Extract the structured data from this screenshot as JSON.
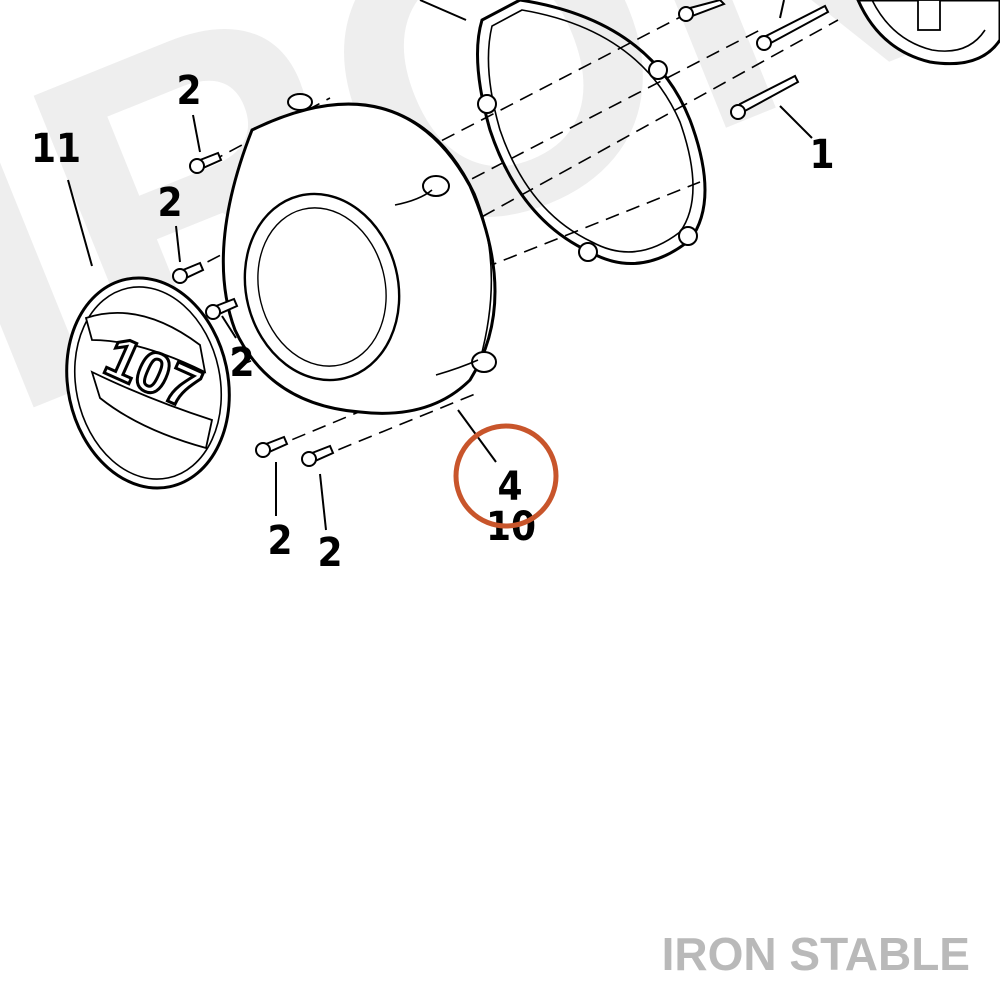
{
  "colors": {
    "line": "#000000",
    "highlight": "#c8552b",
    "brand": "#b9b9b9",
    "watermark": "#eeeeee"
  },
  "watermark_text": "IRON",
  "brand_text": "IRON STABLE",
  "callouts": {
    "c1": "1",
    "c2a": "2",
    "c2b": "2",
    "c2c": "2",
    "c2d": "2",
    "c2e": "2",
    "c4": "4",
    "c10": "10",
    "c11": "11"
  },
  "badge": {
    "text": "107"
  }
}
